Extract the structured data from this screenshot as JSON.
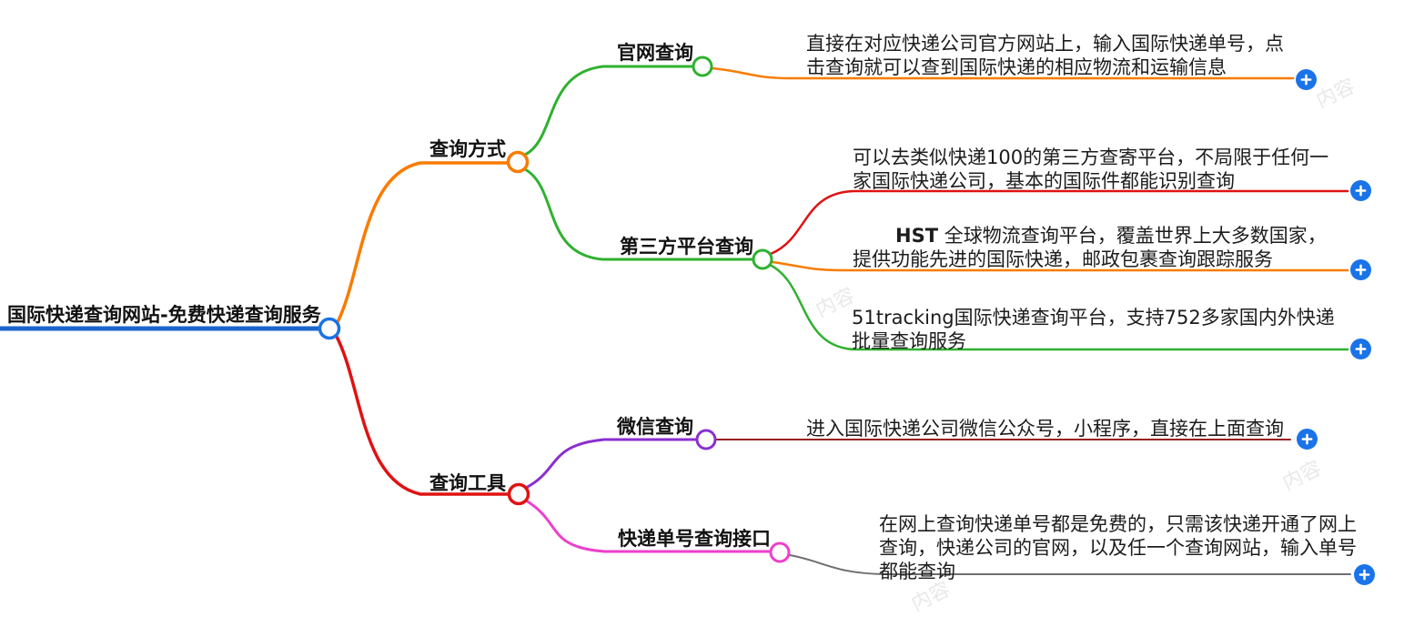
{
  "root": {
    "label": "国际快递查询网站-免费快递查询服务",
    "color": "#1a73e8"
  },
  "branches": [
    {
      "label": "查询方式",
      "color": "#f97b00",
      "children": [
        {
          "label": "官网查询",
          "color": "#2fb12f",
          "leaves": [
            {
              "text": "直接在对应快递公司官方网站上，输入国际快递单号，点击查询就可以查到国际快递的相应物流和运输信息",
              "line_color": "#f97b00"
            }
          ]
        },
        {
          "label": "第三方平台查询",
          "color": "#2fb12f",
          "leaves": [
            {
              "text": "可以去类似快递100的第三方查寄平台，不局限于任何一家国际快递公司，基本的国际件都能识别查询",
              "line_color": "#e01212"
            },
            {
              "brand": "HST",
              "text": " 全球物流查询平台，覆盖世界上大多数国家，提供功能先进的国际快递，邮政包裹查询跟踪服务",
              "line_color": "#f97b00"
            },
            {
              "text": "51tracking国际快递查询平台，支持752多家国内外快递批量查询服务",
              "line_color": "#2fb12f"
            }
          ]
        }
      ]
    },
    {
      "label": "查询工具",
      "color": "#e01212",
      "children": [
        {
          "label": "微信查询",
          "color": "#8a2fd0",
          "leaves": [
            {
              "text": "进入国际快递公司微信公众号，小程序，直接在上面查询",
              "line_color": "#9b1d1d"
            }
          ]
        },
        {
          "label": "快递单号查询接口",
          "color": "#ee3fcb",
          "leaves": [
            {
              "text": "在网上查询快递单号都是免费的，只需该快递开通了网上查询，快递公司的官网，以及任一个查询网站，输入单号都能查询",
              "line_color": "#6e6e6e"
            }
          ]
        }
      ]
    }
  ],
  "add_button": {
    "color": "#1a73e8",
    "icon_name": "plus-icon"
  },
  "watermark": {
    "text": "内容"
  }
}
